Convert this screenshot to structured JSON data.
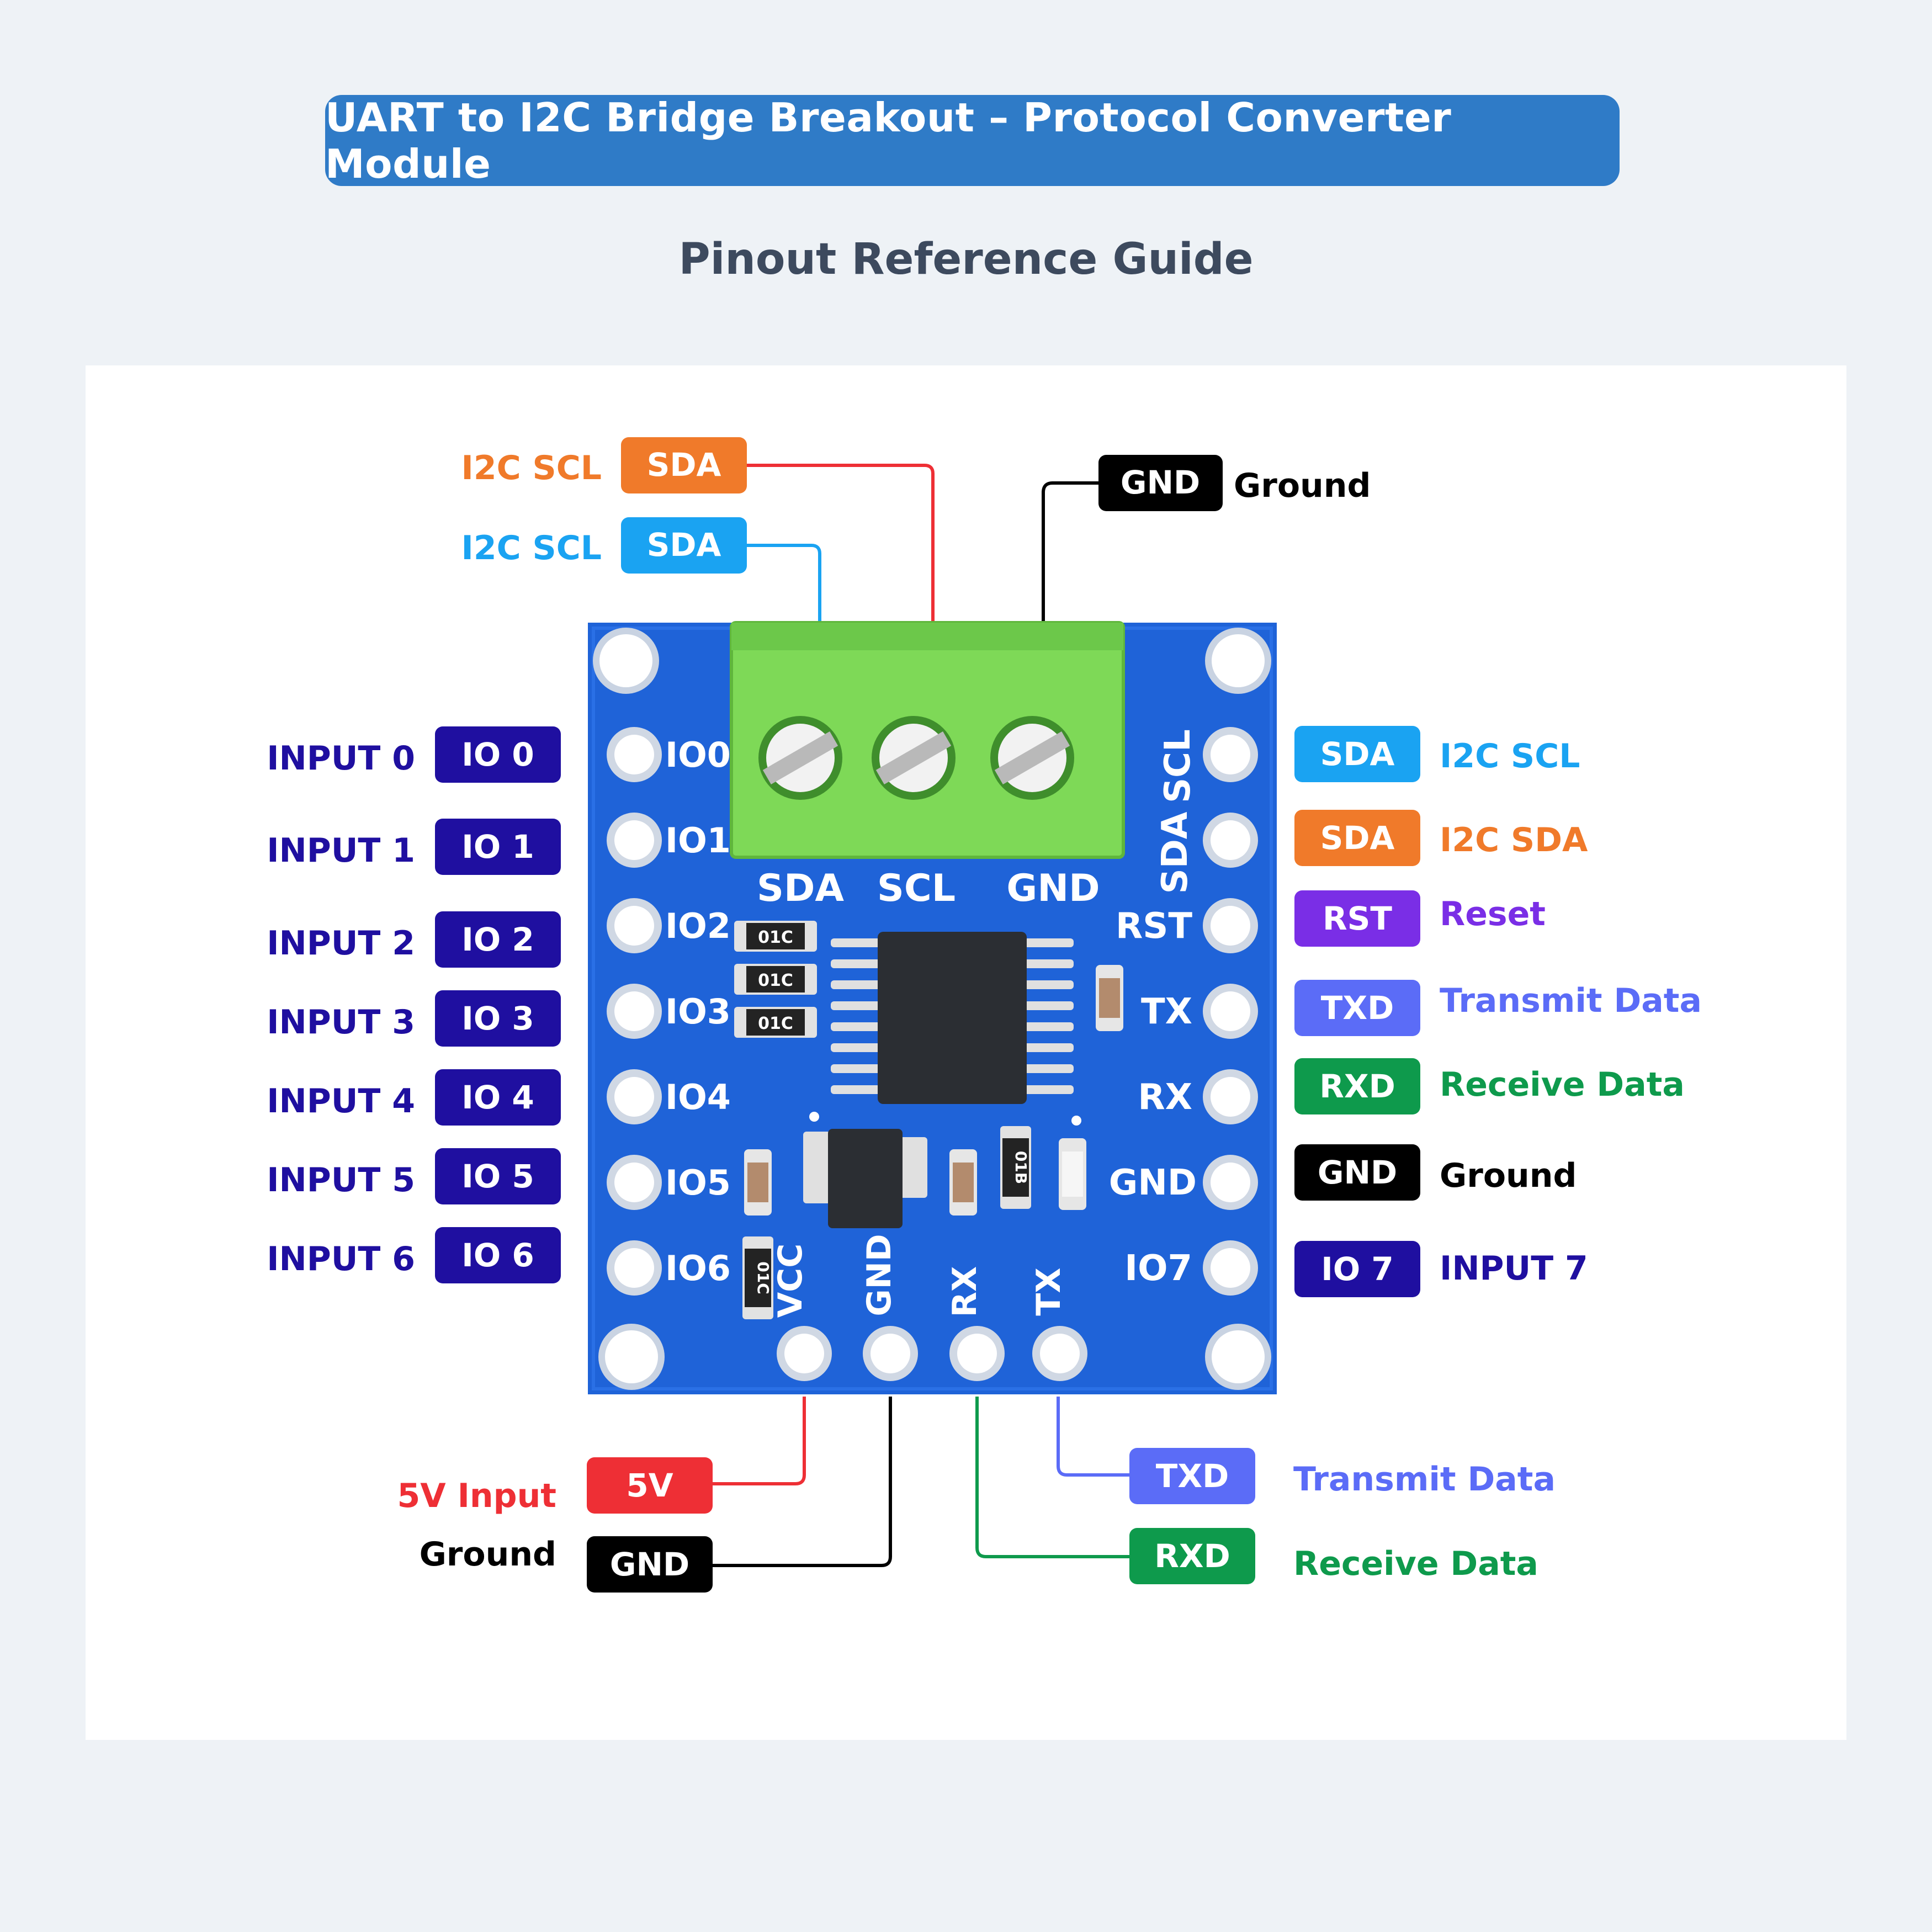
{
  "title": "UART to I2C Bridge Breakout – Protocol Converter Module",
  "subtitle": "Pinout Reference Guide",
  "colors": {
    "io": "#1f0fa0",
    "scl_blue": "#1aa3f2",
    "sda_orange": "#f07a2a",
    "reset_purple": "#7a2ee6",
    "txd": "#5b6cf7",
    "rxd": "#0e9a4c",
    "ground": "#000000",
    "power": "#ee2f35",
    "board": "#1f63d8",
    "terminal": "#7ed957"
  },
  "top": {
    "sda_orange": {
      "badge": "SDA",
      "label": "I2C SCL"
    },
    "sda_blue": {
      "badge": "SDA",
      "label": "I2C SCL"
    },
    "gnd": {
      "badge": "GND",
      "label": "Ground"
    }
  },
  "left_pins": [
    {
      "badge": "IO 0",
      "label": "INPUT 0"
    },
    {
      "badge": "IO 1",
      "label": "INPUT 1"
    },
    {
      "badge": "IO 2",
      "label": "INPUT 2"
    },
    {
      "badge": "IO 3",
      "label": "INPUT 3"
    },
    {
      "badge": "IO 4",
      "label": "INPUT 4"
    },
    {
      "badge": "IO 5",
      "label": "INPUT 5"
    },
    {
      "badge": "IO 6",
      "label": "INPUT 6"
    }
  ],
  "right_pins": [
    {
      "badge": "SDA",
      "label": "I2C SCL"
    },
    {
      "badge": "SDA",
      "label": "I2C SDA"
    },
    {
      "badge": "RST",
      "label": "Reset"
    },
    {
      "badge": "TXD",
      "label": "Transmit Data"
    },
    {
      "badge": "RXD",
      "label": "Receive Data"
    },
    {
      "badge": "GND",
      "label": "Ground"
    },
    {
      "badge": "IO 7",
      "label": "INPUT 7"
    }
  ],
  "bottom": {
    "power": {
      "badge": "5V",
      "label": "5V Input"
    },
    "ground": {
      "badge": "GND",
      "label": "Ground"
    },
    "txd": {
      "badge": "TXD",
      "label": "Transmit Data"
    },
    "rxd": {
      "badge": "RXD",
      "label": "Receive Data"
    }
  },
  "board_silkscreen": {
    "terminal": [
      "SDA",
      "SCL",
      "GND"
    ],
    "left": [
      "IO0",
      "IO1",
      "IO2",
      "IO3",
      "IO4",
      "IO5",
      "IO6"
    ],
    "right_top": [
      "SCL",
      "SDA"
    ],
    "right": [
      "RST",
      "TX",
      "RX",
      "GND",
      "IO7"
    ],
    "bottom": [
      "VCC",
      "GND",
      "RX",
      "TX"
    ],
    "resistor_code": "01C",
    "resistor_code_alt": "01B"
  }
}
